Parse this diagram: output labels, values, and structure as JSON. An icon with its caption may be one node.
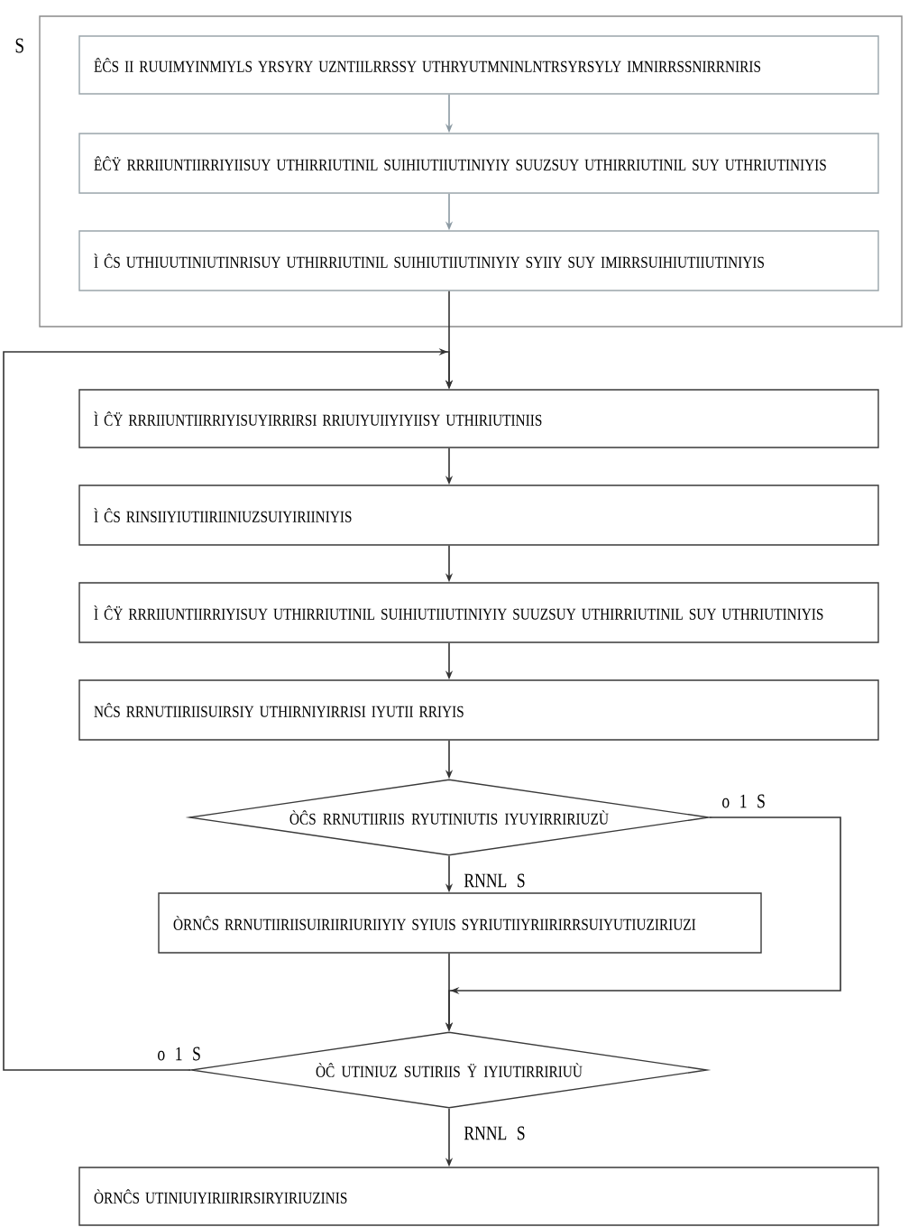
{
  "diagram": {
    "nodes": [
      {
        "text": [
          "S"
        ]
      },
      {
        "text": [
          "ÊĈS II RUUIMYINMIYLS YRSYRY UZNTIILRRSSY UTHRYUTMNINLNTRSYRSYLY IMNIRRSSNIRRNIRIS"
        ],
        "in": 0
      },
      {
        "text": [
          "ÊĈŸ RRRIIUNTIIRRIYIISUY UTHIRRIUTINIL SUIHIUTIIUTINIYIY SUUZSUY UTHIRRIUTINIL SUY UTHRIUTINIYIS"
        ],
        "in": 0
      },
      {
        "text": [
          "Ì ĈS UTHIUUTINIUTINRISUY UTHIRRIUTINIL SUIHIUTIIUTINIYIY SYIIY SUY IMIRRSUIHIUTIIUTINIYIS"
        ],
        "in": 0
      },
      {
        "text": [
          "Ì ĈŸ RRRIIUNTIIRRIYISUYIRRIRSI RRIUIYUIIYIYIISY UTHIRIUTINIIS"
        ]
      },
      {
        "text": [
          "Ì ĈS RINSIIYIUTIIRIINIUZSUIYIRIINIYIS"
        ]
      },
      {
        "text": [
          "Ì ĈŸ RRRIIUNTIIRRIYISUY UTHIRRIUTINIL SUIHIUTIIUTINIYIY SUUZSUY UTHIRRIUTINIL SUY UTHRIUTINIYIS"
        ]
      },
      {
        "text": [
          "NĈS RRNUTIIRIISUIRSIY UTHIRNIYIRRISI IYUTII RRIYIS"
        ]
      },
      {
        "text": [
          "ÒĈS RRNUTIIRIIS RYUTINIUTIS IYUYIRRIRIUZÙ"
        ]
      },
      {
        "text": [
          "ÒRNĈS RRNUTIIRIISUIRIIRIURIIYIY SYIUIS SYRIUTIIYRIIRIRRSUIYUTIUZIRIUZI"
        ]
      },
      {
        "text": [
          "ÒĈ UTINIUZ SUTIRIIS Ÿ IYIUTIRRIRIUÙ"
        ]
      },
      {
        "text": [
          "ÒRNĈS UTINIUIYIRIIRIRSIRYIRIUZINIS"
        ]
      }
    ],
    "edges": [
      {
        "from": 1,
        "to": 2,
        "arrow": "to",
        "color": "#8c9aa3"
      },
      {
        "from": 2,
        "to": 3,
        "arrow": "to",
        "color": "#8c9aa3"
      },
      {
        "from": 3,
        "to": 4,
        "arrow": "to"
      },
      {
        "from": 4,
        "to": 5,
        "arrow": "to"
      },
      {
        "from": 5,
        "to": 6,
        "arrow": "to"
      },
      {
        "from": 6,
        "to": 7,
        "arrow": "to"
      },
      {
        "from": 7,
        "to": 8,
        "arrow": "to"
      },
      {
        "from": 8,
        "to": 9,
        "arrow": "to",
        "label": "RNNL S"
      },
      {
        "from": 8,
        "to": 10,
        "arrow": "to",
        "label": "o 1 S"
      },
      {
        "from": 9,
        "to": 10,
        "arrow": "to"
      },
      {
        "from": 10,
        "to": 11,
        "arrow": "to",
        "label": "RNNL S"
      },
      {
        "from": 10,
        "to": 4,
        "arrow": "to",
        "label": "o 1 S"
      }
    ]
  }
}
